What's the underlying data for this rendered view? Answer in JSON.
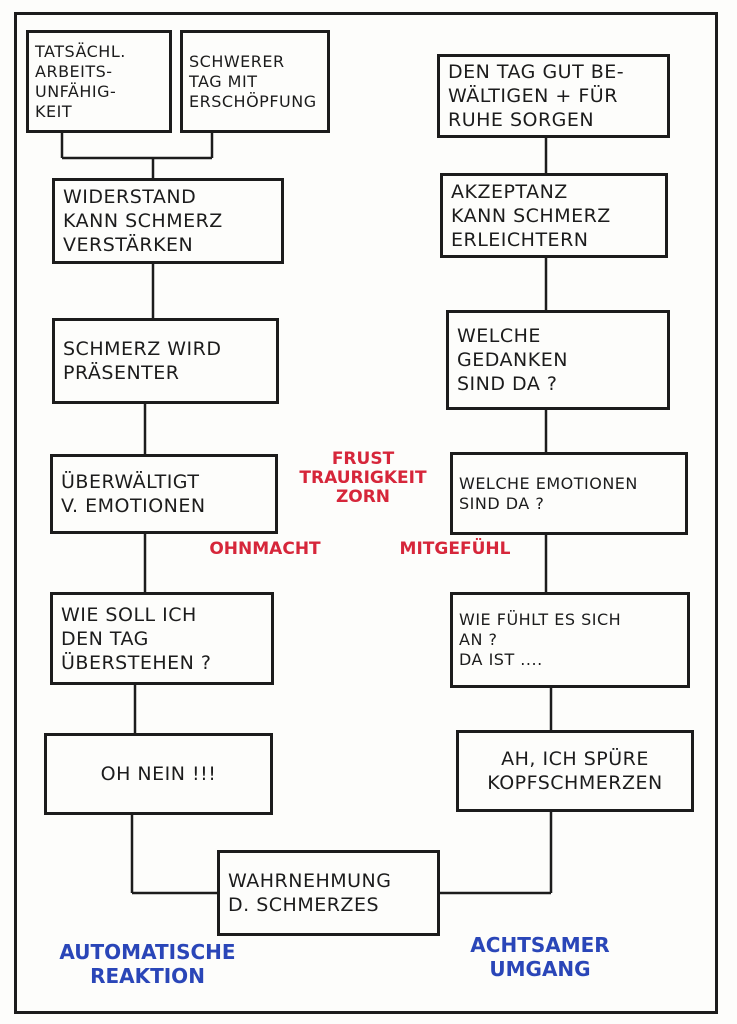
{
  "left_column": {
    "box_actual_incapacity": "TATSÄCHL.\nARBEITS-\nUNFÄHIG-\nKEIT",
    "box_hard_day": "SCHWERER\nTAG MIT\nERSCHÖPFUNG",
    "box_resistance": "WIDERSTAND\nKANN SCHMERZ\nVERSTÄRKEN",
    "box_pain_present": "SCHMERZ WIRD\nPRÄSENTER",
    "box_overwhelmed": "ÜBERWÄLTIGT\nV. EMOTIONEN",
    "box_how_survive": "WIE SOLL ICH\nDEN TAG\nÜBERSTEHEN ?",
    "box_oh_no": "OH NEIN !!!"
  },
  "right_column": {
    "box_manage_day": "DEN TAG GUT BE-\nWÄLTIGEN + FÜR\nRUHE SORGEN",
    "box_acceptance": "AKZEPTANZ\nKANN SCHMERZ\nERLEICHTERN",
    "box_which_thoughts": "WELCHE\nGEDANKEN\nSIND DA ?",
    "box_which_emotions": "WELCHE EMOTIONEN\nSIND DA ?",
    "box_how_feel": "WIE FÜHLT ES SICH\nAN ?\nDA IST ....",
    "box_headache": "AH, ICH SPÜRE\nKOPFSCHMERZEN"
  },
  "bottom": {
    "box_perception": "WAHRNEHMUNG\nD. SCHMERZES"
  },
  "emotions": {
    "center": "FRUST\nTRAURIGKEIT\nZORN",
    "left": "OHNMACHT",
    "right": "MITGEFÜHL"
  },
  "paths": {
    "left_label": "AUTOMATISCHE\nREAKTION",
    "right_label": "ACHTSAMER\nUMGANG"
  },
  "colors": {
    "ink": "#1c1c1c",
    "emotion_red": "#d6263a",
    "path_blue": "#2a46b8"
  }
}
